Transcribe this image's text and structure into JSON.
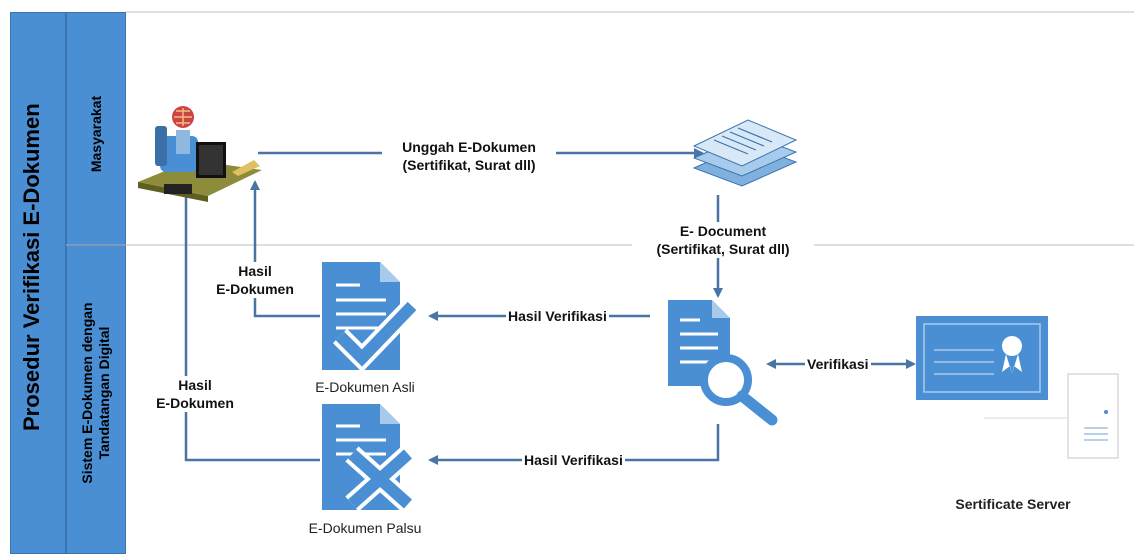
{
  "title": "Prosedur Verifikasi E-Dokumen",
  "lanes": {
    "top": "Masyarakat",
    "bottom_line1": "Sistem E-Dokumen dengan",
    "bottom_line2": "Tandatangan Digital"
  },
  "edges": {
    "upload_line1": "Unggah E-Dokumen",
    "upload_line2": "(Sertifikat, Surat dll)",
    "edoc_line1": "E- Document",
    "edoc_line2": "(Sertifikat, Surat dll)",
    "result_asli": "Hasil Verifikasi",
    "result_palsu": "Hasil Verifikasi",
    "verify": "Verifikasi",
    "hasil1_line1": "Hasil",
    "hasil1_line2": "E-Dokumen",
    "hasil2_line1": "Hasil",
    "hasil2_line2": "E-Dokumen"
  },
  "nodes": {
    "asli": "E-Dokumen Asli",
    "palsu": "E-Dokumen Palsu",
    "server": "Sertificate Server"
  },
  "icons": {
    "user": "user-at-computer-icon",
    "documents": "document-stack-icon",
    "asli": "document-check-icon",
    "palsu": "document-cross-icon",
    "search": "document-search-icon",
    "certificate": "certificate-icon",
    "server": "server-icon"
  },
  "colors": {
    "lane_fill": "#4a8fd4",
    "arrow": "#4a74a4",
    "icon_blue": "#4a8fd4"
  }
}
